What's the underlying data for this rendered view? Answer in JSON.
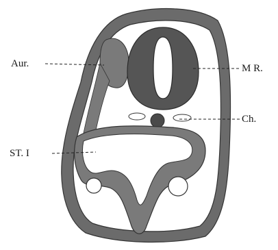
{
  "labels": {
    "auricle": "Aur.",
    "medullary_ring": "M R.",
    "chorda": "Ch.",
    "stomodeum": "ST. I"
  },
  "colors": {
    "tissue": "#7a7a7a",
    "tissue_dark": "#595959",
    "outline": "#333333",
    "background": "#ffffff",
    "label_text": "#1a1a1a"
  }
}
